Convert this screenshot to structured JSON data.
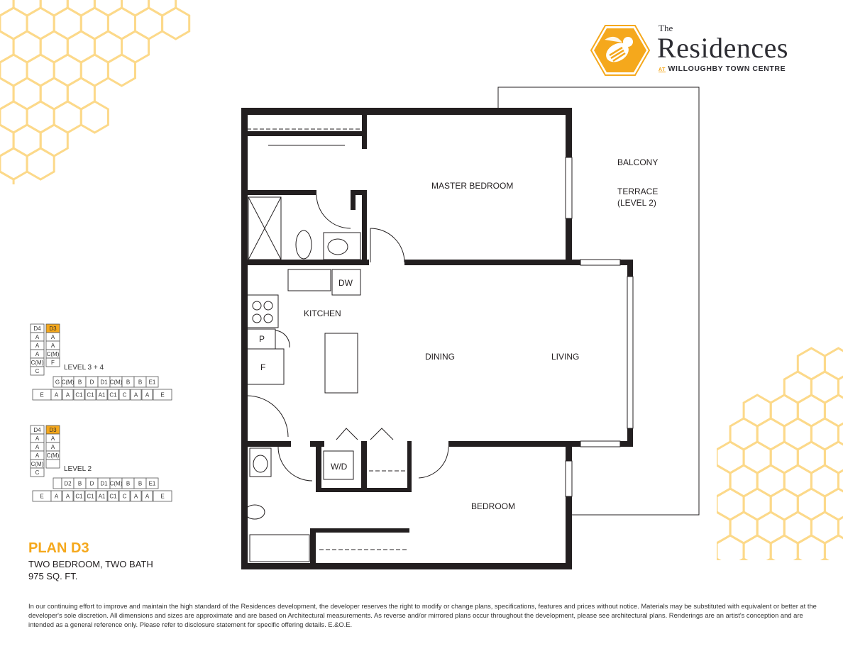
{
  "brand": {
    "the": "The",
    "name": "Residences",
    "sub_at": "AT",
    "sub": "WILLOUGHBY TOWN CENTRE",
    "color_accent": "#f5a81c",
    "logo_icon": "bee-hexagon-icon"
  },
  "plan": {
    "title": "PLAN D3",
    "description": "TWO BEDROOM, TWO BATH",
    "area": "975 SQ. FT."
  },
  "rooms": {
    "master_bedroom": "MASTER BEDROOM",
    "balcony": "BALCONY",
    "terrace": "TERRACE",
    "terrace_level": "(LEVEL 2)",
    "kitchen": "KITCHEN",
    "dw": "DW",
    "pantry": "P",
    "fridge": "F",
    "dining": "DINING",
    "living": "LIVING",
    "wd": "W/D",
    "bedroom": "BEDROOM"
  },
  "keyplans": [
    {
      "label": "LEVEL 3 + 4",
      "left_column": [
        "D4",
        "A",
        "A",
        "A",
        "C(M)",
        "C"
      ],
      "right_column": [
        "D3",
        "A",
        "A",
        "C(M)",
        "F"
      ],
      "upper_row": [
        "G",
        "C(M)",
        "B",
        "D",
        "D1",
        "C(M)",
        "B",
        "B",
        "E1"
      ],
      "lower_row": [
        "E",
        "A",
        "A",
        "C1",
        "C1",
        "A1",
        "C1",
        "C",
        "A",
        "A",
        "E"
      ],
      "highlighted": "D3"
    },
    {
      "label": "LEVEL 2",
      "left_column": [
        "D4",
        "A",
        "A",
        "A",
        "C(M)",
        "C"
      ],
      "right_column": [
        "D3",
        "A",
        "A",
        "C(M)",
        ""
      ],
      "upper_row": [
        "",
        "D2",
        "B",
        "D",
        "D1",
        "C(M)",
        "B",
        "B",
        "E1"
      ],
      "lower_row": [
        "E",
        "A",
        "A",
        "C1",
        "C1",
        "A1",
        "C1",
        "C",
        "A",
        "A",
        "E"
      ],
      "highlighted": "D3"
    }
  ],
  "disclaimer": "In our continuing effort to improve and maintain the high standard of the Residences development, the developer reserves the right to modify or change plans, specifications, features and prices without notice. Materials may be substituted with equivalent or better at the developer's sole discretion. All dimensions and sizes are approximate and are based on Architectural measurements. As reverse and/or mirrored plans occur throughout the development, please see architectural plans. Renderings are an artist's conception and are intended as a general reference only. Please refer to disclosure statement for specific offering details. E.&O.E."
}
